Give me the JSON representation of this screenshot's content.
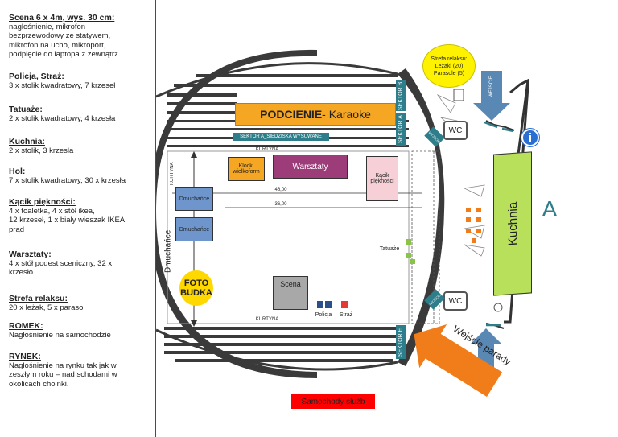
{
  "legend": [
    {
      "title": "Scena 6 x 4m, wys. 30 cm:",
      "desc": "nagłośnienie, mikrofon\nbezprzewodowy ze statywem,\nmikrofon na ucho, mikroport,\npodpięcie do laptopa z zewnątrz."
    },
    {
      "title": "Policja, Straż:",
      "desc": "3 x stolik kwadratowy, 7 krzeseł"
    },
    {
      "title": "Tatuaże:",
      "desc": "2 x stolik kwadratowy, 4 krzesła"
    },
    {
      "title": "Kuchnia:",
      "desc": "2 x stolik, 3 krzesła"
    },
    {
      "title": "Hol:",
      "desc": "7 x stolik kwadratowy, 30 x krzesła"
    },
    {
      "title": "Kącik piękności:",
      "desc": "4 x toaletka, 4 x stół ikea,\n12 krzeseł, 1 x biały wieszak IKEA,\nprąd"
    },
    {
      "title": "Warsztaty:",
      "desc": "4 x stół podest sceniczny, 32 x\nkrzesło"
    },
    {
      "title": "Strefa relaksu:",
      "desc": "20 x leżak, 5 x parasol"
    },
    {
      "title": "ROMEK:",
      "desc": "Nagłośnienie na samochodzie"
    },
    {
      "title": "RYNEK:",
      "desc": "Nagłośnienie na rynku tak jak w\nzeszłym roku – nad schodami w\nokolicach choinki."
    }
  ],
  "map": {
    "podcienie": {
      "bold": "PODCIENIE",
      "rest": " - Karaoke"
    },
    "sektor_a_bar": "SEKTOR A_SIEDZISKA WYSUWANE",
    "sektor_a": "SEKTOR A",
    "sektor_b": "SEKTOR B",
    "sektor_e": "SEKTOR E",
    "klocki": "Klocki\nwielkoform",
    "warsztaty": "Warsztaty",
    "kacik": "Kącik\npiękności",
    "dmuchance_1": "Dmuchańce",
    "dmuchance_2": "Dmuchańce",
    "dmuchance_v": "Dmuchańce",
    "foto_budka": "FOTO\nBUDKA",
    "scena": "Scena",
    "policja": "Policja",
    "straz": "Straż",
    "tatuaze": "Tatuaże",
    "dim_46": "46,00",
    "dim_36": "36,00",
    "kurtyna_top": "KURTYNA",
    "kurtyna_bottom": "KURTYNA",
    "kurtyna_left": "KURTYNA",
    "strefa_relaksu": "Strefa relaksu:\nLeżaki (20)\nParasole (5)",
    "wejscie": "WEJŚCIE",
    "wc_1": "WC",
    "wc_2": "WC",
    "wyjscie_1": "WYJŚCIE",
    "wyjscie_2": "WYJŚCIE",
    "kuchnia": "Kuchnia",
    "letter_a": "A",
    "info": "i",
    "wejscie_parady": "Wejście parady",
    "samochody": "Samochody służb"
  },
  "colors": {
    "sidebar_border": "#2b4f8a",
    "podcienie": "#f5a623",
    "sektor": "#2e7d8a",
    "warsztaty": "#9c3d7a",
    "kacik": "#f6d0d6",
    "dmuchance": "#6e96cc",
    "foto_budka": "#ffd800",
    "scena": "#a8a8a8",
    "kuchnia": "#b8e05a",
    "strefa": "#fff200",
    "arrow_blue": "#5a88b4",
    "arrow_orange": "#f07c1a",
    "samochody": "#ff0000",
    "letter_a": "#2e7d8a"
  }
}
